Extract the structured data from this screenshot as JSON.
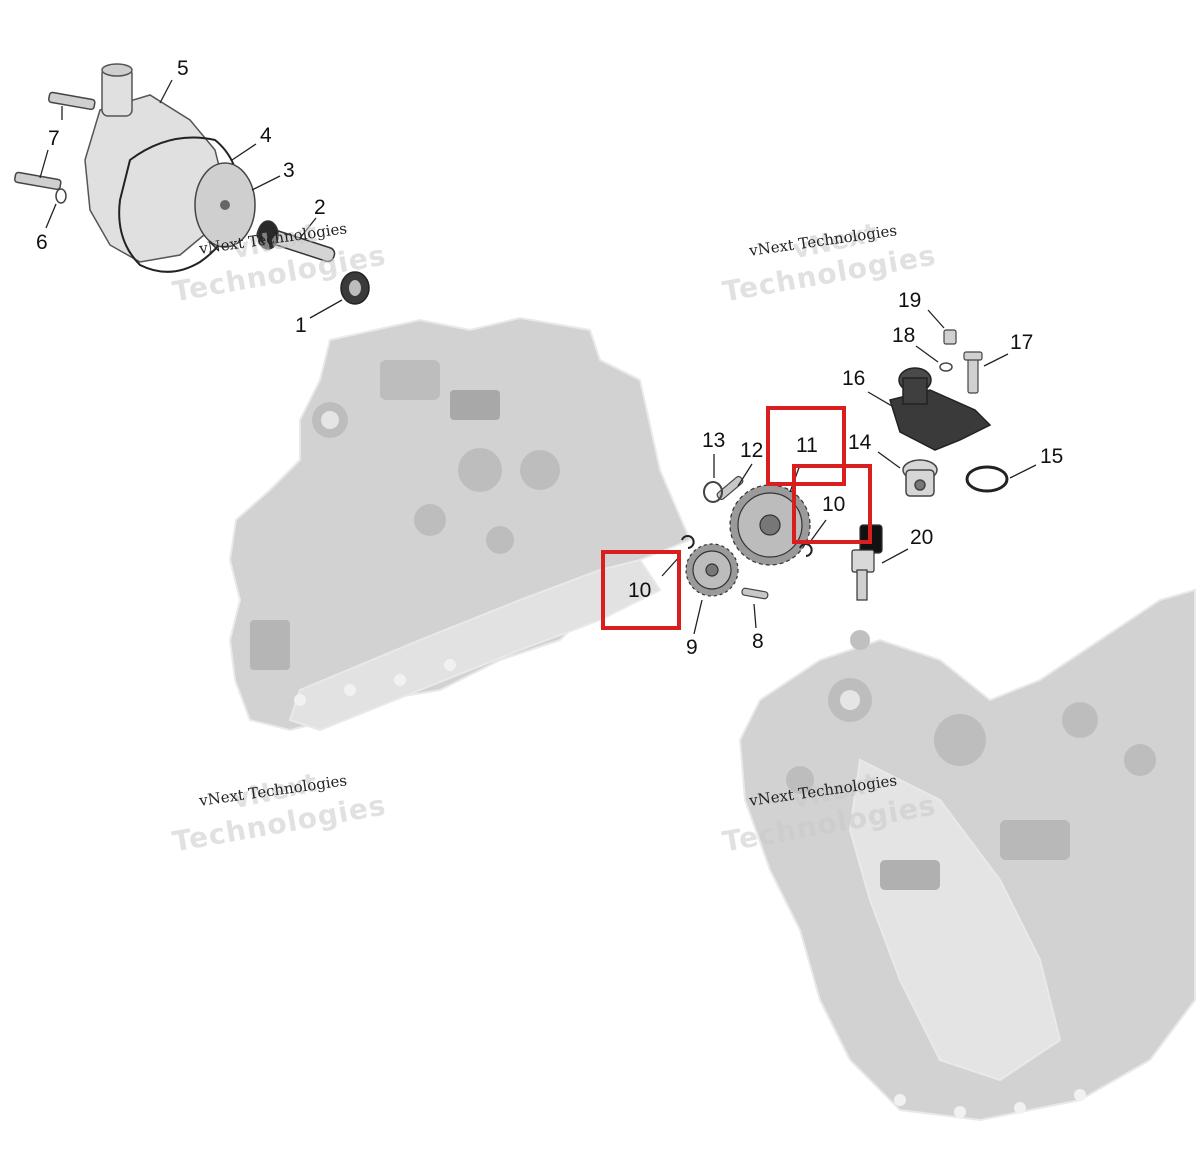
{
  "callouts": {
    "c1": "1",
    "c2": "2",
    "c3": "3",
    "c4": "4",
    "c5": "5",
    "c6": "6",
    "c7": "7",
    "c8": "8",
    "c9": "9",
    "c10a": "10",
    "c10b": "10",
    "c11": "11",
    "c12": "12",
    "c13": "13",
    "c14": "14",
    "c15": "15",
    "c16": "16",
    "c17": "17",
    "c18": "18",
    "c19": "19",
    "c20": "20"
  },
  "watermark": {
    "brand": "vNext",
    "line": "vNext Technologies",
    "word": "Technologies"
  },
  "colors": {
    "highlight": "#d81e1e",
    "engine": "#c9c9c9",
    "part_dark": "#3a3a3a"
  }
}
